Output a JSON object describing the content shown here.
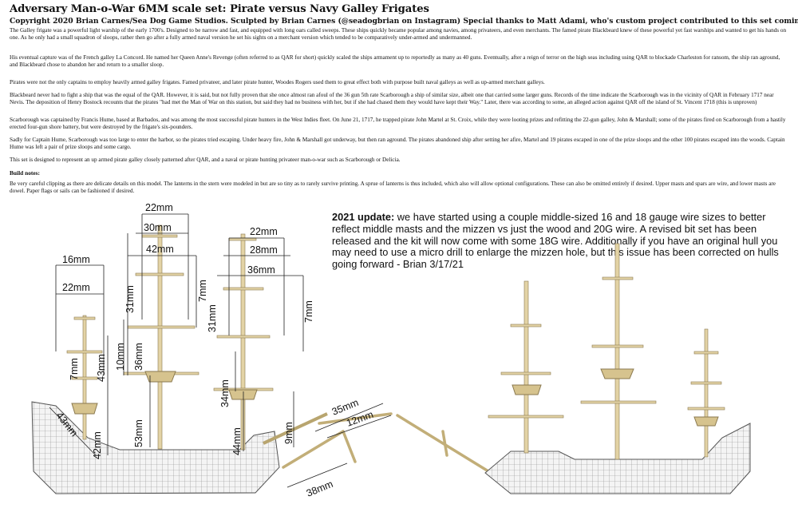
{
  "title": "Adversary Man-o-War 6MM scale set:  Pirate versus Navy Galley Frigates",
  "copyright": "Copyright 2020 Brian Carnes/Sea Dog Game Studios. Sculpted by Brian Carnes (@seadogbrian on Instagram) Special thanks to Matt Adami, who's custom project contributed to this set coming to life!",
  "paragraphs": [
    "The Galley frigate was a powerful light warship of the early 1700's. Designed to be narrow and fast, and equipped with long oars called sweeps. These ships quickly became popular among navies, among privateers, and even merchants.  The famed pirate Blackbeard knew of these powerful yet fast warships and wanted to get his hands on one. As he only had a small squadron of sloops, rather then go after a fully armed naval version he set his sights on a merchant version which tended to be comparatively under-armed and undermanned.",
    "His eventual capture was of the French galley La Concord. He named her Queen Anne's Revenge (often referred to as QAR for short) quickly scaled the ships armament up to reportedly as many as 40 guns.  Eventually, after a reign of terror on the high seas including using QAR to blockade Charleston for ransom, the ship ran aground, and Blackbeard chose to abandon her and return to a smaller sloop.",
    "Pirates were not the only captains to employ heavily armed galley frigates. Famed privateer, and later pirate hunter, Woodes Rogers used them to great effect both with purpose built naval galleys as well as up-armed merchant galleys.",
    "Blackbeard never had to fight a ship that was the equal of the QAR. However, it is said, but not fully proven that she once almost ran afoul of the 36 gun 5th rate Scarborough  a ship of similar size, albeit one that carried some larger guns.  Records of the time indicate the Scarborough was in the vicinity of QAR in February 1717 near Nevis. The deposition of Henry Bostock recounts that the pirates \"had met the Man of War on this station, but said they had no business with her, but if she had chased them they would have kept their Way.\"  Later, there was according to some, an alleged action against QAR off the island of St. Vincent 1718 (this is unproven)",
    "Scarborough was captained by Francis Hume, based at Barbados, and was among the most successful pirate hunters in the West Indies fleet. On June 21, 1717, he trapped pirate John Martel at St. Croix, while they were looting prizes and refitting the 22-gun galley, John & Marshall; some of the pirates fired on Scarborough from a hastily erected four-gun shore battery, but were destroyed by the frigate's six-pounders.",
    "Sadly for Captain Hume, Scarborough was too large to enter the harbor, so the pirates tried escaping. Under heavy fire, John & Marshall got underway, but then ran aground. The pirates abandoned ship after setting her afire, Martel and 19 pirates escaped in one of the prize sloops and the other 100 pirates escaped into the woods. Captain Hume was left a pair of prize sloops and some cargo.",
    "This set is designed to represent an up armed pirate galley closely patterned after QAR, and a naval or pirate hunting privateer man-o-war such as Scarborough or Delicia."
  ],
  "build_notes_heading": "Build notes:",
  "build_notes": "Be very careful clipping as there are delicate details on this model. The lanterns in the stern were modeled in but are so tiny as to rarely survive printing. A sprue of lanterns is thus included, which also will allow optional configurations.  These can also be omitted entirely if desired. Upper masts and spars are wire, and lower masts are dowel. Paper flags or sails can be fashioned if desired.",
  "update": {
    "label": "2021 update:",
    "text": " we have started using a couple middle-sized 16 and 18 gauge wire sizes to better reflect middle masts and the mizzen vs just the wood and 20G wire. A revised bit set has been released and the kit will now come with some 18G wire. Additionally if you have an original hull you may need to use a micro drill to enlarge the mizzen hole, but this issue has been corrected on hulls going forward - Brian 3/17/21"
  },
  "dimensions": {
    "d22a": "22mm",
    "d30": "30mm",
    "d42": "42mm",
    "d16": "16mm",
    "d22b": "22mm",
    "d22c": "22mm",
    "d28": "28mm",
    "d36": "36mm",
    "d31a": "31mm",
    "d7a": "7mm",
    "d31b": "31mm",
    "d7b": "7mm",
    "d36v": "36mm",
    "d43v": "43mm",
    "d10": "10mm",
    "d7c": "7mm",
    "d53": "53mm",
    "d34": "34mm",
    "d44": "44mm",
    "d9": "9mm",
    "d42v": "42mm",
    "d43d": "43mm",
    "d35": "35mm",
    "d12": "12mm",
    "d38": "38mm"
  },
  "colors": {
    "wood": "#e3d3a5",
    "hull_line": "#555555",
    "ink": "#111111"
  }
}
